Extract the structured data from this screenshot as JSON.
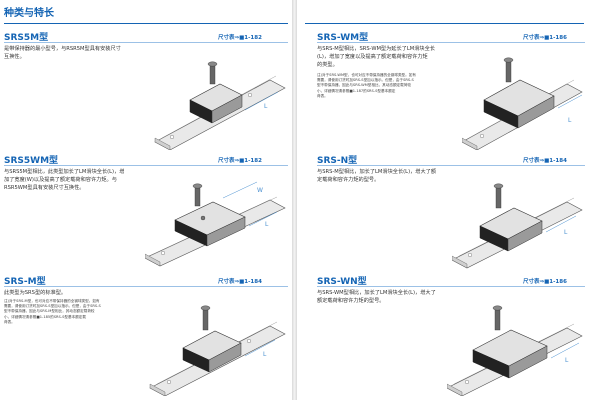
{
  "left_page": {
    "header": "种类与特长",
    "sections": [
      {
        "title": "SRS5M型",
        "ref": "尺寸表⇒■1-182",
        "description": [
          "是带保持器的最小型号，与RSR5M型具有安装尺寸",
          "互换性。"
        ]
      },
      {
        "title": "SRS5WM型",
        "ref": "尺寸表⇒■1-182",
        "description": [
          "与SRS5M型相比，此类型加长了LM滑块全长(L)，增",
          "加了宽度(W)以及提高了额定载荷和容许力矩。与",
          "RSR5WM型具有安装尺寸互换性。"
        ]
      },
      {
        "title": "SRS-M型",
        "ref": "尺寸表⇒■1-184",
        "description": [
          "此类型为SRS型的标准型。"
        ],
        "note": [
          "注)对于SRS-M型，也可对应不带保持器的全钢球类型。如有",
          "需要，请使用订货时加SRS-S型加以指示。但是，由于SRS-S",
          "型不带保持器，因此与SRS-M型相比，其动态额定载荷较",
          "小，详细情况请参照■1-185的SRS-S型基本额定载",
          "荷表。"
        ]
      }
    ]
  },
  "right_page": {
    "sections": [
      {
        "title": "SRS-WM型",
        "ref": "尺寸表⇒■1-186",
        "description": [
          "与SRS-M型相比，SRS-WM型为延长了LM滑块全长",
          "(L)，增加了宽度以及提高了额定载荷和容许力矩",
          "的类型。"
        ],
        "note": [
          "注)对于SRS-WM型，也可对应不带保持器的全钢球类型。如有",
          "需要，请使用订货时加SRS-S型加以指示。但是，由于SRS-S",
          "型不带保持器，因此与SRS-WM型相比，其动态额定载荷较",
          "小，详细情况请参照■1-187的SRS-S型基本额定",
          "荷表。"
        ]
      },
      {
        "title": "SRS-N型",
        "ref": "尺寸表⇒■1-184",
        "description": [
          "与SRS-M型相比，加长了LM滑块全长(L)，增大了额",
          "定载荷和容许力矩的型号。"
        ]
      },
      {
        "title": "SRS-WN型",
        "ref": "尺寸表⇒■1-186",
        "description": [
          "与SRS-WM型相比，加长了LM滑块全长(L)，增大了",
          "额定载荷和容许力矩的型号。"
        ]
      }
    ]
  },
  "diagram_labels": {
    "length": "L",
    "width": "W"
  }
}
